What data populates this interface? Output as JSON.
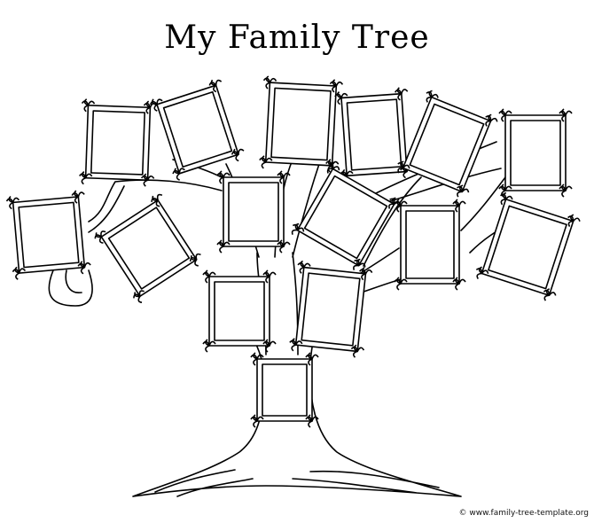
{
  "title": "My Family Tree",
  "credit": "© www.family-tree-template.org",
  "frame_count": 15
}
